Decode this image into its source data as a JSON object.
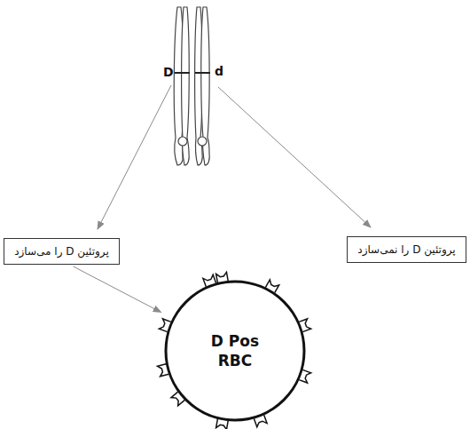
{
  "diagram": {
    "nodes": [
      {
        "text": [
          "پروتئین D را می‌سازد"
        ]
      },
      {
        "text": [
          "پروتئین D را نمی‌سازد"
        ]
      },
      {
        "text": [
          "D Pos",
          "RBC"
        ]
      }
    ],
    "edges": [
      {
        "from": 0,
        "to": 2,
        "arrow": "to"
      }
    ],
    "labels": [
      "D",
      "d"
    ]
  }
}
